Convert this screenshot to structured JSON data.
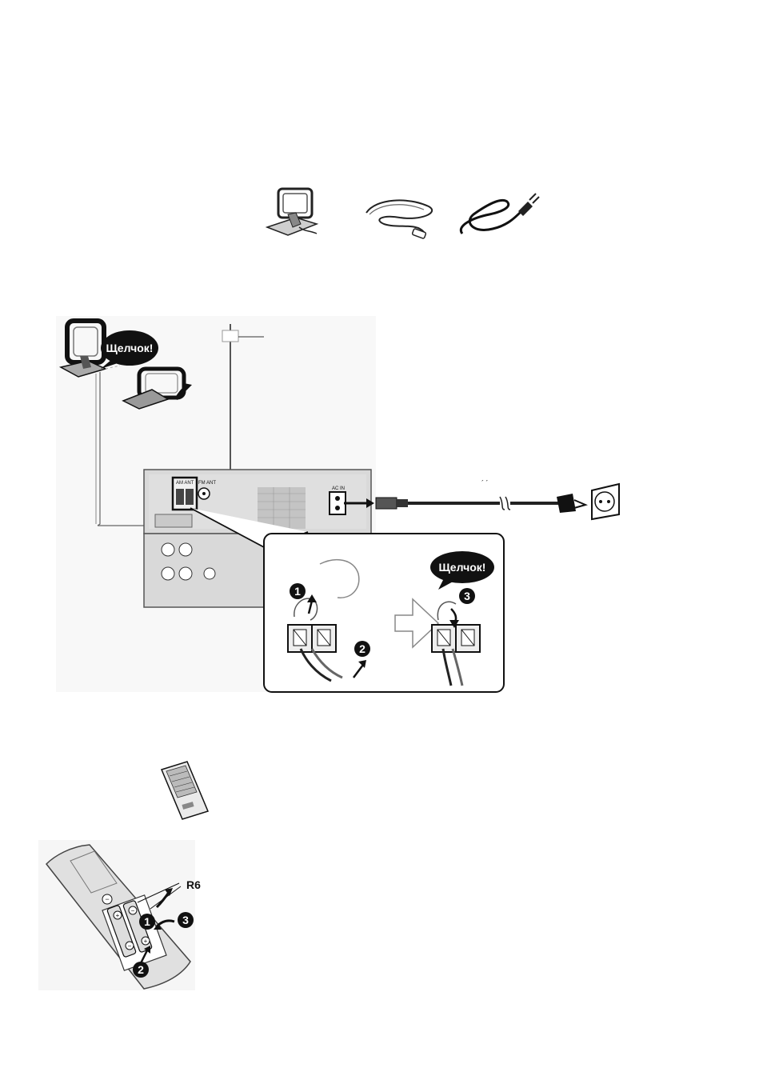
{
  "accessories": {
    "items": [
      {
        "icon": "am-loop-antenna-icon"
      },
      {
        "icon": "fm-indoor-antenna-icon"
      },
      {
        "icon": "ac-mains-lead-icon"
      }
    ]
  },
  "connection": {
    "click_label_antenna": "Щелчок!",
    "click_label_terminal": "Щелчок!",
    "panel_labels": {
      "am_ant": "AM ANT",
      "fm_ant": "FM ANT",
      "ac_in": "AC IN"
    },
    "steps": [
      "1",
      "2",
      "3"
    ],
    "colors": {
      "bubble": "#111111",
      "panel": "#d9d9d9",
      "line": "#333333"
    }
  },
  "remote": {
    "battery_label": "R6",
    "steps": [
      "1",
      "2",
      "3"
    ]
  }
}
